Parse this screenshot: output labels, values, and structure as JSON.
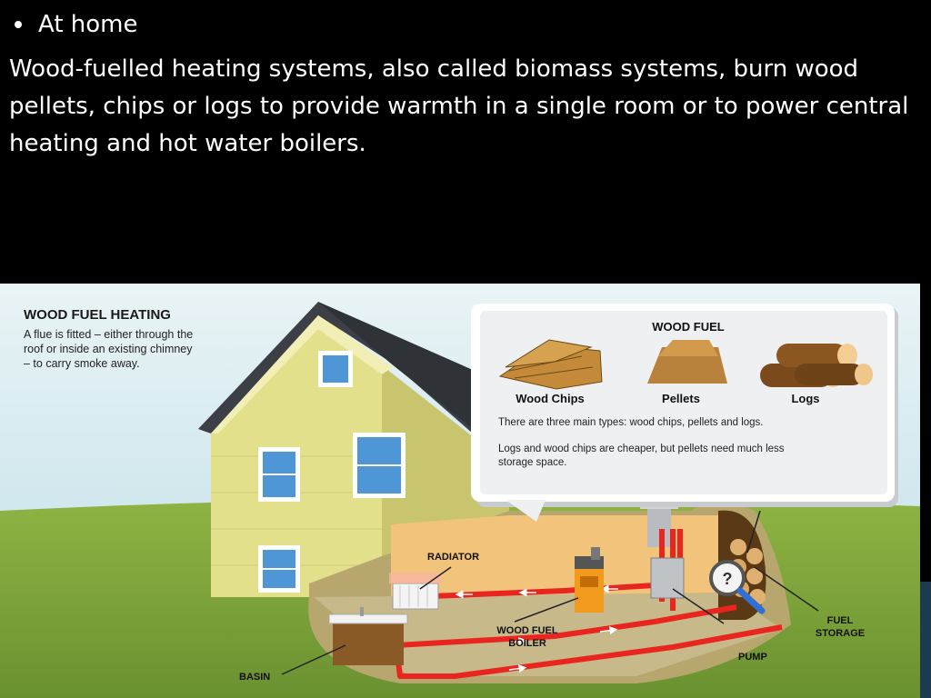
{
  "slide": {
    "bullet": "At home",
    "paragraph": "Wood-fuelled heating systems, also called biomass systems, burn wood pellets, chips or logs to provide warmth in a single room or to power central heating and hot water boilers."
  },
  "diagram": {
    "title": "WOOD FUEL HEATING",
    "flue_note": [
      "A flue is fitted – either through the",
      "roof or inside an existing chimney",
      "– to carry smoke away."
    ],
    "panel": {
      "title": "WOOD FUEL",
      "fuel_types": [
        "Wood Chips",
        "Pellets",
        "Logs"
      ],
      "text1": "There are three main types: wood chips, pellets and logs.",
      "text2": [
        "Logs and wood chips are cheaper, but pellets need much less",
        "storage space."
      ]
    },
    "labels": {
      "radiator": "RADIATOR",
      "boiler": [
        "WOOD FUEL",
        "BOILER"
      ],
      "basin": "BASIN",
      "pump": "PUMP",
      "fuel_storage": [
        "FUEL",
        "STORAGE"
      ],
      "magnifier": "?"
    },
    "colors": {
      "sky": "#cde6ee",
      "grass": "#7ea33a",
      "house_wall": "#e3e08c",
      "roof": "#3c4046",
      "pipe": "#e8261f",
      "floor": "#c8b98a"
    }
  }
}
